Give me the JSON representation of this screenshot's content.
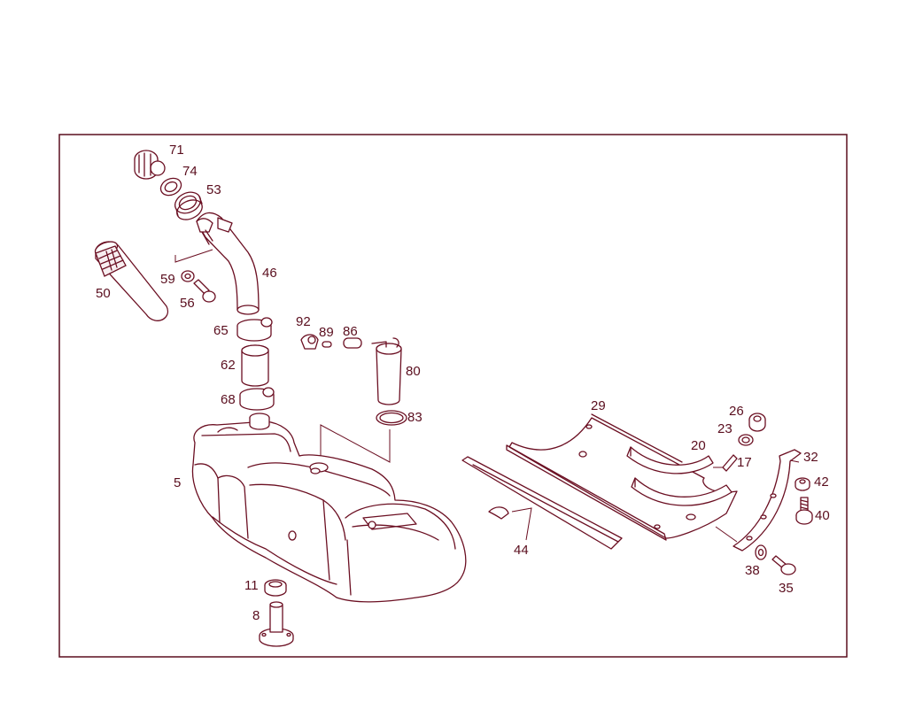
{
  "colors": {
    "line": "#6b0f22",
    "label": "#5a0e1e",
    "background": "#ffffff"
  },
  "labels": {
    "p71": "71",
    "p74": "74",
    "p53": "53",
    "p46": "46",
    "p50": "50",
    "p59": "59",
    "p56": "56",
    "p65": "65",
    "p62": "62",
    "p68": "68",
    "p92": "92",
    "p89": "89",
    "p86": "86",
    "p80": "80",
    "p83": "83",
    "p5": "5",
    "p11": "11",
    "p8": "8",
    "p29": "29",
    "p26": "26",
    "p23": "23",
    "p20": "20",
    "p17": "17",
    "p32": "32",
    "p42": "42",
    "p40": "40",
    "p44": "44",
    "p38": "38",
    "p35": "35"
  }
}
